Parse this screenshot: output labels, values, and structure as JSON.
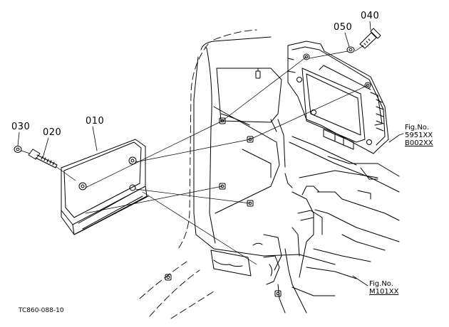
{
  "callouts": {
    "p010": "010",
    "p020": "020",
    "p030": "030",
    "p040": "040",
    "p050": "050"
  },
  "figure_refs": {
    "ref_top": {
      "prefix": "Fig.No.",
      "line1": "5951XX",
      "line2": "B002XX"
    },
    "ref_bottom": {
      "prefix": "Fig.No.",
      "line1": "M101XX"
    }
  },
  "drawing_code": "TC860-088-10",
  "colors": {
    "line": "#000000",
    "background": "#ffffff"
  }
}
